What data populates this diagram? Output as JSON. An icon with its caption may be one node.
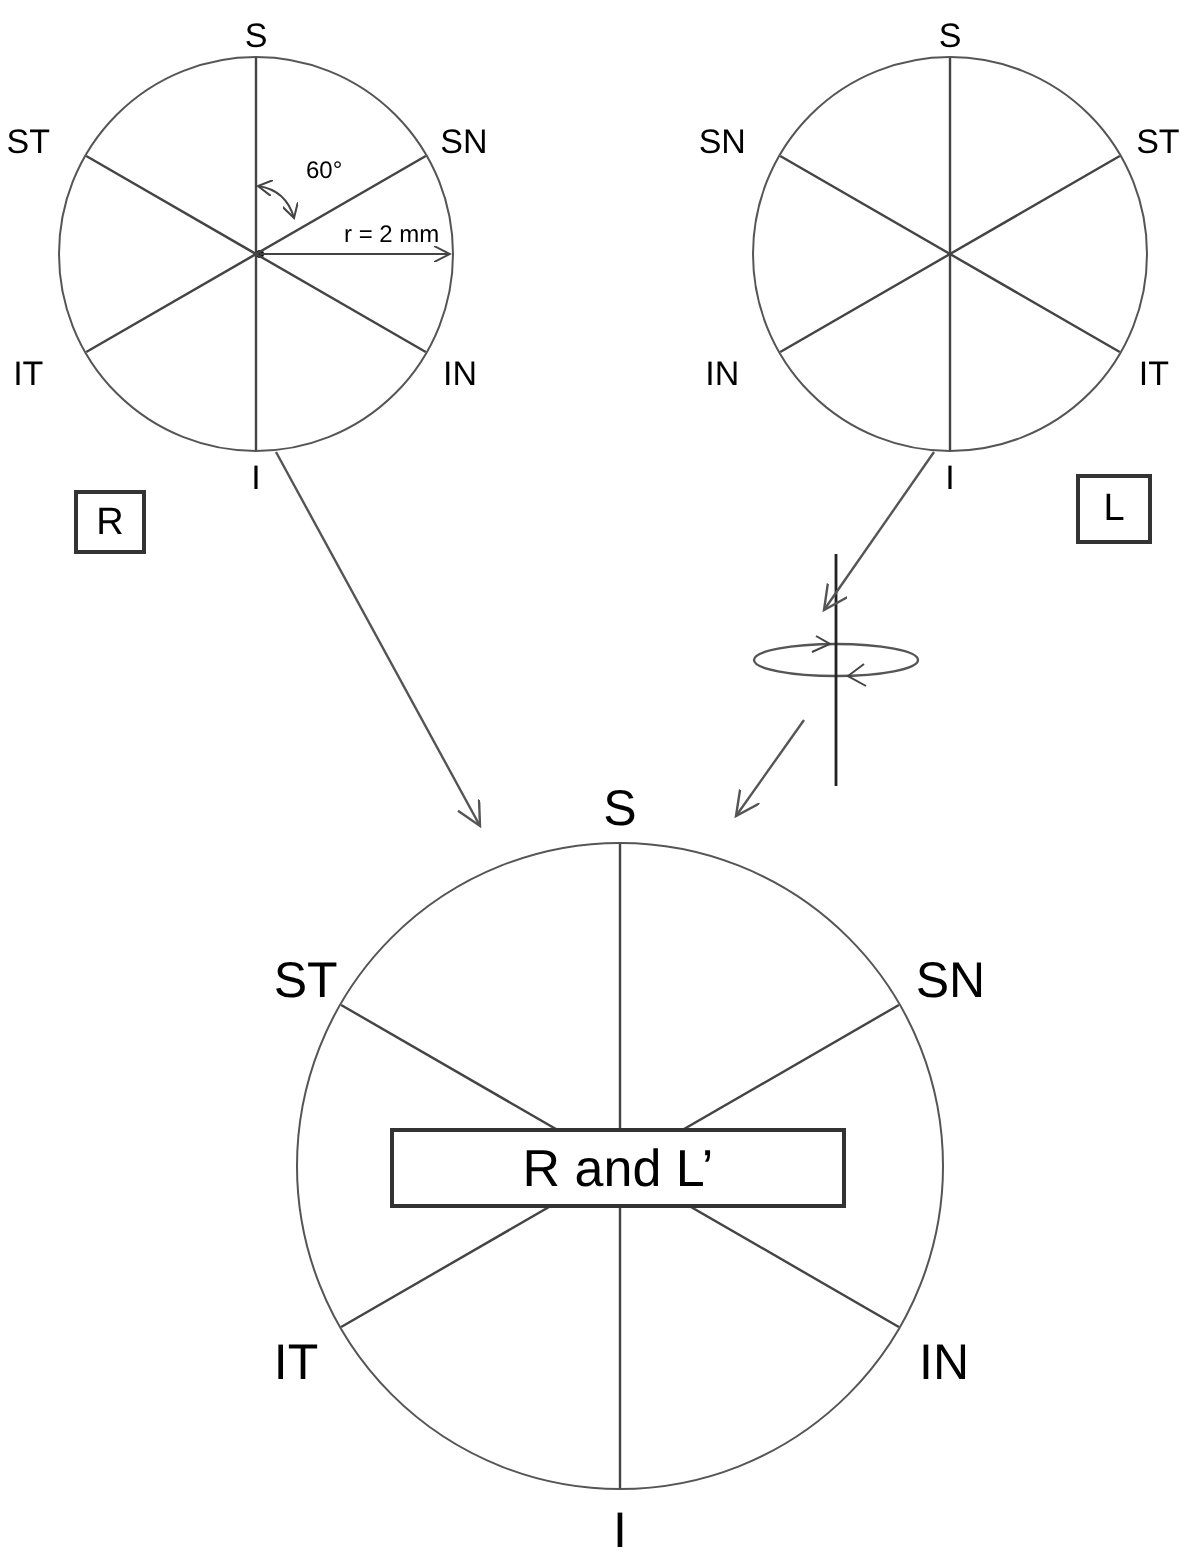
{
  "diagram": {
    "nodes": [
      {
        "text": [],
        "shape": "circle",
        "beside": [
          "S",
          "ST",
          "SN",
          "IT",
          "IN",
          "I"
        ]
      },
      {
        "text": [
          "R"
        ]
      },
      {
        "text": [],
        "shape": "circle",
        "beside": [
          "S",
          "SN",
          "ST",
          "IN",
          "IT",
          "I"
        ]
      },
      {
        "text": [
          "L"
        ]
      },
      {
        "text": [],
        "shape": "axis"
      },
      {
        "text": [],
        "shape": "circle",
        "beside": [
          "S",
          "ST",
          "SN",
          "IT",
          "IN",
          "I"
        ]
      },
      {
        "text": [
          "R and L’"
        ],
        "in": 5
      }
    ],
    "edges": [
      {
        "from": 0,
        "to": 5,
        "arrow": "to"
      },
      {
        "from": 2,
        "to": 4,
        "arrow": "to"
      },
      {
        "from": 4,
        "to": 5,
        "arrow": "to"
      }
    ],
    "labels": [
      "60°",
      "r = 2 mm"
    ]
  }
}
